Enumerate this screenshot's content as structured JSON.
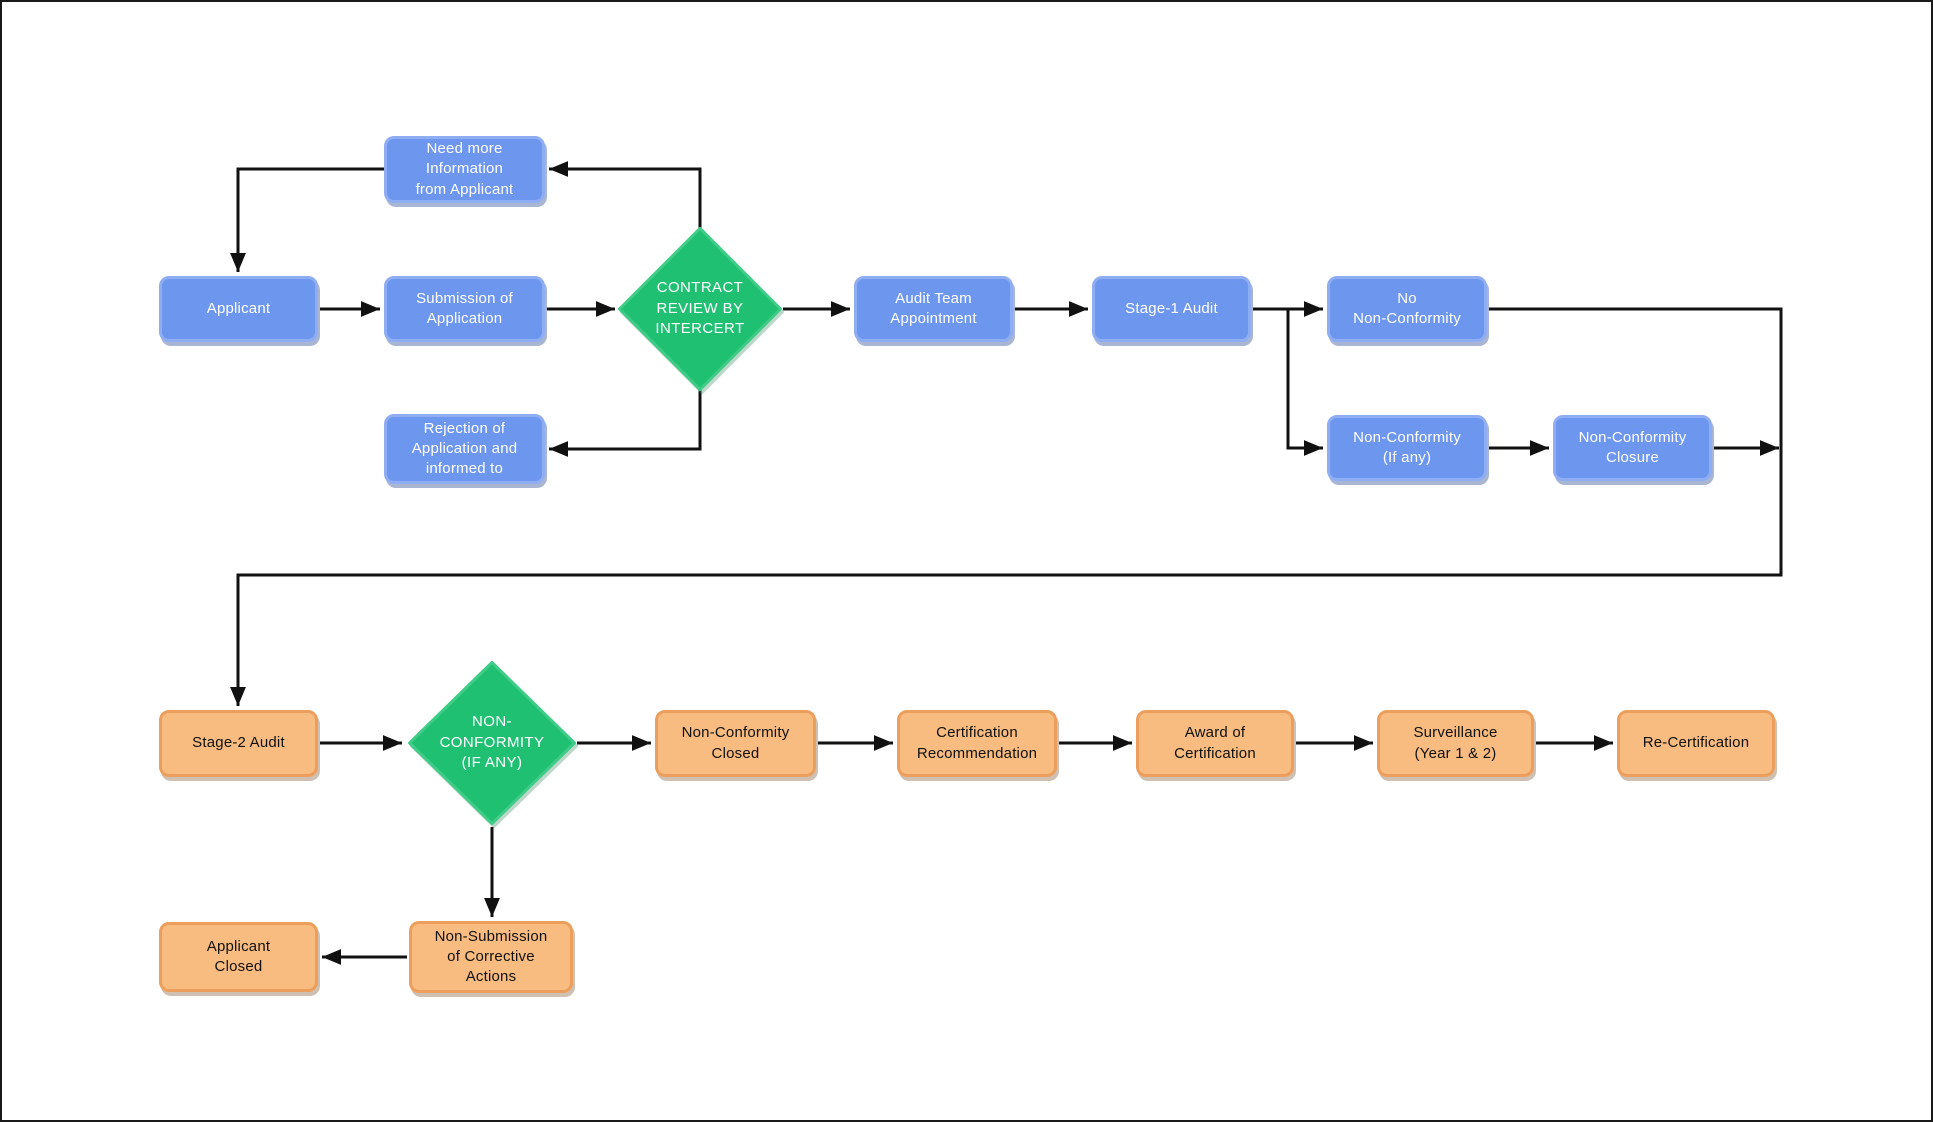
{
  "palette": {
    "background": "#ffffff",
    "frame_border": "#1a1a1a",
    "blue_fill": "#6D96EE",
    "blue_border": "#8FADF2",
    "orange_fill": "#F8BC80",
    "orange_border": "#EC9F5D",
    "green_fill": "#20C073",
    "green_border": "#3FCC86",
    "connector": "#111111",
    "text_on_blue": "#ffffff",
    "text_on_green": "#ffffff",
    "text_on_orange": "#111111"
  },
  "nodes": {
    "need_more_info": {
      "label": "Need more\nInformation\nfrom Applicant"
    },
    "applicant": {
      "label": "Applicant"
    },
    "submission": {
      "label": "Submission of\nApplication"
    },
    "contract_review": {
      "label": "CONTRACT\nREVIEW BY\nINTERCERT"
    },
    "rejection": {
      "label": "Rejection of\nApplication and\ninformed to"
    },
    "audit_team": {
      "label": "Audit Team\nAppointment"
    },
    "stage1": {
      "label": "Stage-1 Audit"
    },
    "no_nc": {
      "label": "No\nNon-Conformity"
    },
    "nc_if_any": {
      "label": "Non-Conformity\n(If any)"
    },
    "nc_closure": {
      "label": "Non-Conformity\nClosure"
    },
    "stage2": {
      "label": "Stage-2 Audit"
    },
    "nc_diamond": {
      "label": "NON-\nCONFORMITY\n(IF ANY)"
    },
    "nc_closed": {
      "label": "Non-Conformity\nClosed"
    },
    "cert_recommendation": {
      "label": "Certification\nRecommendation"
    },
    "award": {
      "label": "Award of\nCertification"
    },
    "surveillance": {
      "label": "Surveillance\n(Year 1 & 2)"
    },
    "recert": {
      "label": "Re-Certification"
    },
    "applicant_closed": {
      "label": "Applicant\nClosed"
    },
    "non_submission": {
      "label": "Non-Submission\nof Corrective\nActions"
    }
  }
}
